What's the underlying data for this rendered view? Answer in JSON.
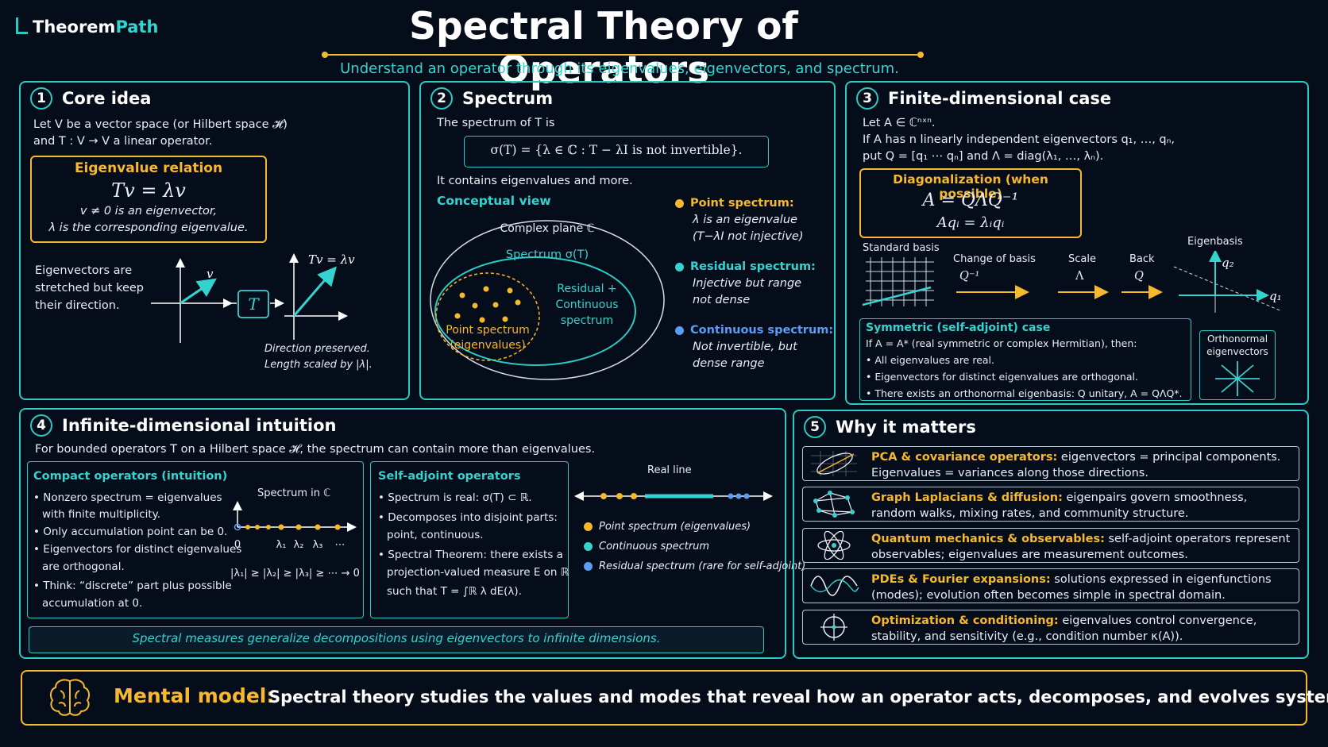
{
  "brand": {
    "name_a": "Theorem",
    "name_b": "Path"
  },
  "header": {
    "title": "Spectral Theory of Operators",
    "subtitle": "Understand an operator through its eigenvalues, eigenvectors, and spectrum."
  },
  "p1": {
    "num": "1",
    "title": "Core idea",
    "l1": "Let V be a vector space (or Hilbert space 𝓗)",
    "l2": "and T : V → V a linear operator.",
    "box_title": "Eigenvalue relation",
    "eq": "Tv = λv",
    "b1": "v ≠ 0 is an eigenvector,",
    "b2": "λ is the corresponding eigenvalue.",
    "side1": "Eigenvectors are",
    "side2": "stretched but keep",
    "side3": "their direction.",
    "v_label": "v",
    "op_label": "T",
    "tv_label": "Tv = λv",
    "cap1": "Direction preserved.",
    "cap2": "Length scaled by |λ|."
  },
  "p2": {
    "num": "2",
    "title": "Spectrum",
    "intro": "The spectrum of T is",
    "eq": "σ(T) = {λ ∈ ℂ : T − λI is not invertible}.",
    "more": "It contains eigenvalues and more.",
    "cv": "Conceptual view",
    "plane": "Complex plane ℂ",
    "spec": "Spectrum σ(T)",
    "rc1": "Residual +",
    "rc2": "Continuous",
    "rc3": "spectrum",
    "ps1": "Point spectrum",
    "ps2": "(eigenvalues)",
    "pt_title": "Point spectrum:",
    "pt1": "λ is an eigenvalue",
    "pt2": "(T−λI not injective)",
    "res_title": "Residual spectrum:",
    "res1": "Injective but range",
    "res2": "not dense",
    "con_title": "Continuous spectrum:",
    "con1": "Not invertible, but",
    "con2": "dense range"
  },
  "p3": {
    "num": "3",
    "title": "Finite-dimensional case",
    "l1": "Let A ∈ ℂⁿˣⁿ.",
    "l2": "If A has n linearly independent eigenvectors q₁, …, qₙ,",
    "l3": "put Q = [q₁ ⋯ qₙ] and Λ = diag(λ₁, …, λₙ).",
    "box_title": "Diagonalization (when possible)",
    "eq1": "A = QΛQ⁻¹",
    "eq2": "Aqᵢ = λᵢqᵢ",
    "std": "Standard basis",
    "cob": "Change of basis",
    "cob_m": "Q⁻¹",
    "scale": "Scale",
    "scale_m": "Λ",
    "back": "Back",
    "back_m": "Q",
    "eig": "Eigenbasis",
    "q1": "q₁",
    "q2": "q₂",
    "sym_title": "Symmetric (self-adjoint) case",
    "s1": "If A = A* (real symmetric or complex Hermitian), then:",
    "s2": "• All eigenvalues are real.",
    "s3": "• Eigenvectors for distinct eigenvalues are orthogonal.",
    "s4": "• There exists an orthonormal eigenbasis: Q unitary,  A = QΛQ*.",
    "ortho1": "Orthonormal",
    "ortho2": "eigenvectors"
  },
  "p4": {
    "num": "4",
    "title": "Infinite-dimensional intuition",
    "intro": "For bounded operators T on a Hilbert space 𝓗, the spectrum can contain more than eigenvalues.",
    "c_title": "Compact operators (intuition)",
    "c1": "• Nonzero spectrum = eigenvalues",
    "c2": "with finite multiplicity.",
    "c3": "• Only accumulation point can be 0.",
    "c4": "• Eigenvectors for distinct eigenvalues",
    "c5": "are orthogonal.",
    "c6": "• Think: “discrete” part plus possible",
    "c7": "accumulation at 0.",
    "spec_c": "Spectrum in ℂ",
    "zero": "0",
    "lam1": "λ₁",
    "lam2": "λ₂",
    "lam3": "λ₃",
    "dots": "⋯",
    "ineq": "|λ₁| ≥ |λ₂| ≥ |λ₃| ≥ ⋯ → 0",
    "sa_title": "Self-adjoint operators",
    "sa1": "• Spectrum is real: σ(T) ⊂ ℝ.",
    "sa2": "• Decomposes into disjoint parts:",
    "sa3": "point, continuous.",
    "sa4": "• Spectral Theorem: there exists a",
    "sa5": "projection-valued measure E on ℝ",
    "sa6": "such that  T = ∫ℝ λ dE(λ).",
    "real": "Real line",
    "lg1": "Point spectrum (eigenvalues)",
    "lg2": "Continuous spectrum",
    "lg3": "Residual spectrum (rare for self-adjoint)",
    "footer": "Spectral measures generalize decompositions using eigenvectors to infinite dimensions."
  },
  "p5": {
    "num": "5",
    "title": "Why it matters",
    "rows": [
      {
        "head": "PCA & covariance operators:",
        "a": " eigenvectors = principal components.",
        "b": "Eigenvalues = variances along those directions."
      },
      {
        "head": "Graph Laplacians & diffusion:",
        "a": " eigenpairs govern smoothness,",
        "b": "random walks, mixing rates, and community structure."
      },
      {
        "head": "Quantum mechanics & observables:",
        "a": " self-adjoint operators represent",
        "b": "observables; eigenvalues are measurement outcomes."
      },
      {
        "head": "PDEs & Fourier expansions:",
        "a": " solutions expressed in eigenfunctions",
        "b": "(modes); evolution often becomes simple in spectral domain."
      },
      {
        "head": "Optimization & conditioning:",
        "a": " eigenvalues control convergence,",
        "b": "stability, and sensitivity (e.g., condition number κ(A))."
      }
    ]
  },
  "mental": {
    "label": "Mental model:",
    "text": "Spectral theory studies the values and modes that reveal how an operator acts, decomposes, and evolves systems."
  },
  "colors": {
    "teal": "#2bc9c4",
    "gold": "#f5b82e",
    "blue": "#5b9cf5",
    "bg": "#060d1a"
  }
}
